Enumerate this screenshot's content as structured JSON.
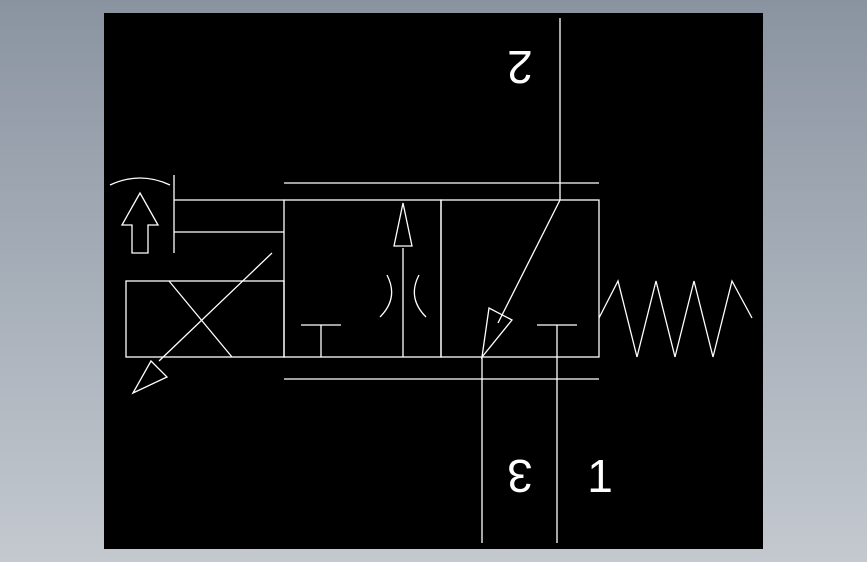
{
  "diagram": {
    "background_color": "#000000",
    "line_color": "#ffffff",
    "outer_background": "#a9b1bb",
    "ports": {
      "port_2": "2",
      "port_3": "3",
      "port_1": "1"
    }
  }
}
